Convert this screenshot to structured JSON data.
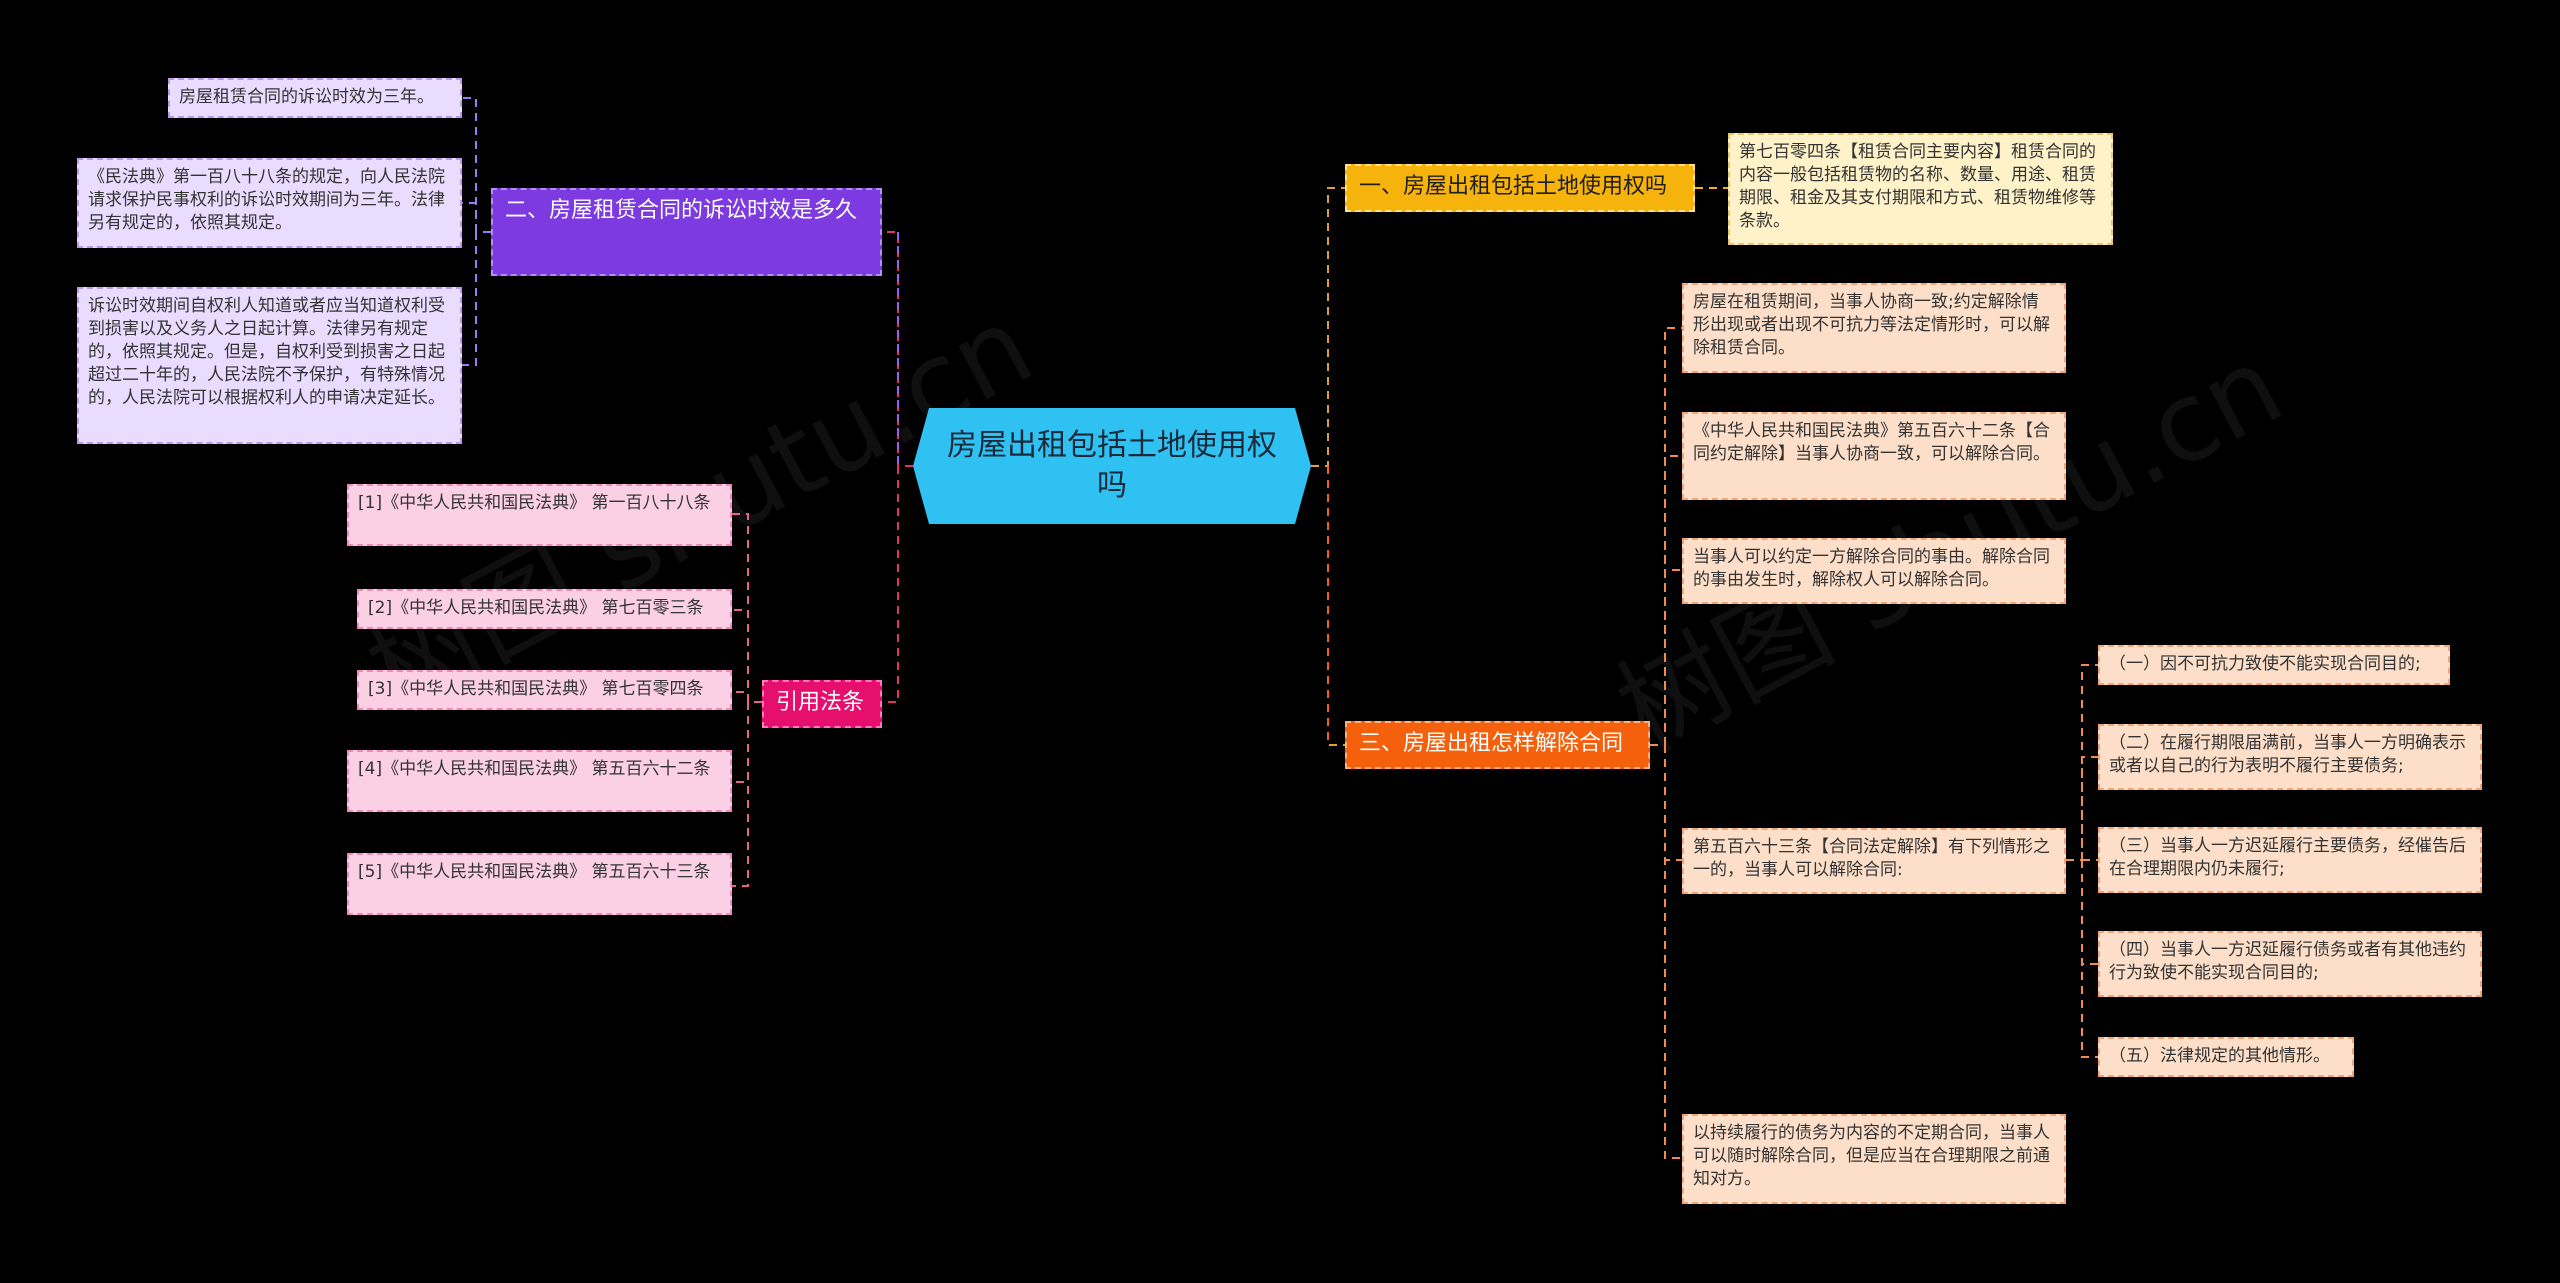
{
  "watermark": "树图 shutu.cn",
  "center": {
    "label": "房屋出租包括土地使用权吗"
  },
  "left": {
    "statute": {
      "label": "二、房屋租赁合同的诉讼时效是多久",
      "items": [
        "房屋租赁合同的诉讼时效为三年。",
        "《民法典》第一百八十八条的规定，向人民法院请求保护民事权利的诉讼时效期间为三年。法律另有规定的，依照其规定。",
        "诉讼时效期间自权利人知道或者应当知道权利受到损害以及义务人之日起计算。法律另有规定的，依照其规定。但是，自权利受到损害之日起超过二十年的，人民法院不予保护，有特殊情况的，人民法院可以根据权利人的申请决定延长。"
      ]
    },
    "citations": {
      "label": "引用法条",
      "items": [
        "[1]《中华人民共和国民法典》 第一百八十八条",
        "[2]《中华人民共和国民法典》 第七百零三条",
        "[3]《中华人民共和国民法典》 第七百零四条",
        "[4]《中华人民共和国民法典》 第五百六十二条",
        "[5]《中华人民共和国民法典》 第五百六十三条"
      ]
    }
  },
  "right": {
    "land": {
      "label": "一、房屋出租包括土地使用权吗",
      "items": [
        "第七百零四条【租赁合同主要内容】租赁合同的内容一般包括租赁物的名称、数量、用途、租赁期限、租金及其支付期限和方式、租赁物维修等条款。"
      ]
    },
    "terminate": {
      "label": "三、房屋出租怎样解除合同",
      "items": [
        "房屋在租赁期间，当事人协商一致;约定解除情形出现或者出现不可抗力等法定情形时，可以解除租赁合同。",
        "《中华人民共和国民法典》第五百六十二条【合同约定解除】当事人协商一致，可以解除合同。",
        "当事人可以约定一方解除合同的事由。解除合同的事由发生时，解除权人可以解除合同。",
        "第五百六十三条【合同法定解除】有下列情形之一的，当事人可以解除合同:",
        "以持续履行的债务为内容的不定期合同，当事人可以随时解除合同，但是应当在合理期限之前通知对方。"
      ],
      "sub_items": [
        "（一）因不可抗力致使不能实现合同目的;",
        "（二）在履行期限届满前，当事人一方明确表示或者以自己的行为表明不履行主要债务;",
        "（三）当事人一方迟延履行主要债务，经催告后在合理期限内仍未履行;",
        "（四）当事人一方迟延履行债务或者有其他违约行为致使不能实现合同目的;",
        "（五）法律规定的其他情形。"
      ]
    }
  },
  "colors": {
    "center": "#2fc1f2",
    "purple": "#7d3ae0",
    "magenta": "#e60f6e",
    "yellow": "#f5b30c",
    "orange": "#f4600c"
  }
}
